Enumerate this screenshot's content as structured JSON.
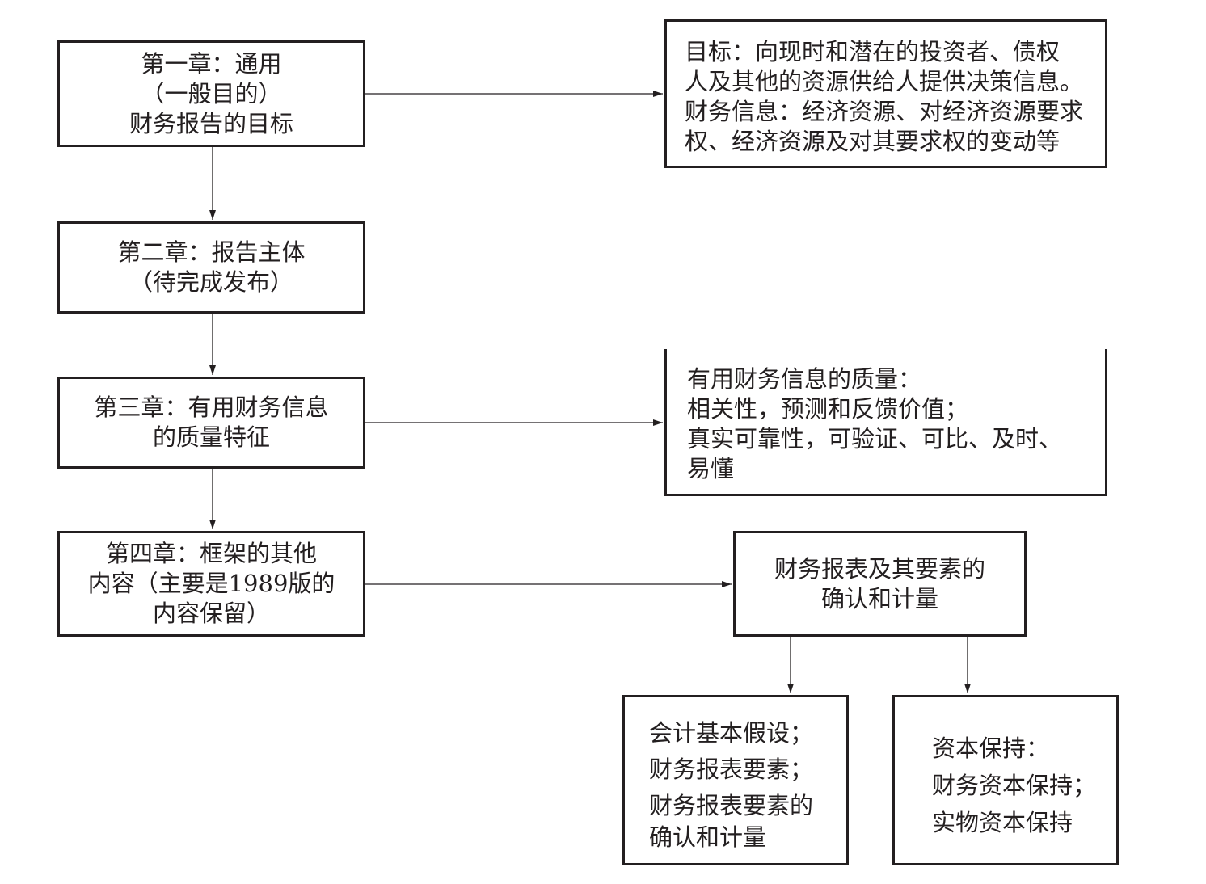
{
  "chapters": [
    {
      "lines": [
        "第一章：通用",
        "（一般目的）",
        "财务报告的目标"
      ]
    },
    {
      "lines": [
        "第二章：报告主体",
        "（待完成发布）"
      ]
    },
    {
      "lines": [
        "第三章：有用财务信息",
        "的质量特征"
      ]
    },
    {
      "lines": [
        "第四章：框架的其他",
        "内容（主要是1989版的",
        "内容保留）"
      ]
    }
  ],
  "objective_box": {
    "lines": [
      "目标：向现时和潜在的投资者、债权",
      "人及其他的资源供给人提供决策信息。",
      "财务信息：经济资源、对经济资源要求",
      "权、经济资源及对其要求权的变动等"
    ]
  },
  "quality_box": {
    "lines": [
      "有用财务信息的质量：",
      "相关性，预测和反馈价值；",
      "真实可靠性，可验证、可比、及时、",
      "易懂"
    ]
  },
  "recognition_box": {
    "lines": [
      "财务报表及其要素的",
      "确认和计量"
    ]
  },
  "assumptions_box": {
    "lines": [
      "会计基本假设；",
      "财务报表要素；",
      "财务报表要素的",
      "确认和计量"
    ]
  },
  "capital_box": {
    "lines": [
      "资本保持：",
      "财务资本保持；",
      "实物资本保持"
    ]
  }
}
